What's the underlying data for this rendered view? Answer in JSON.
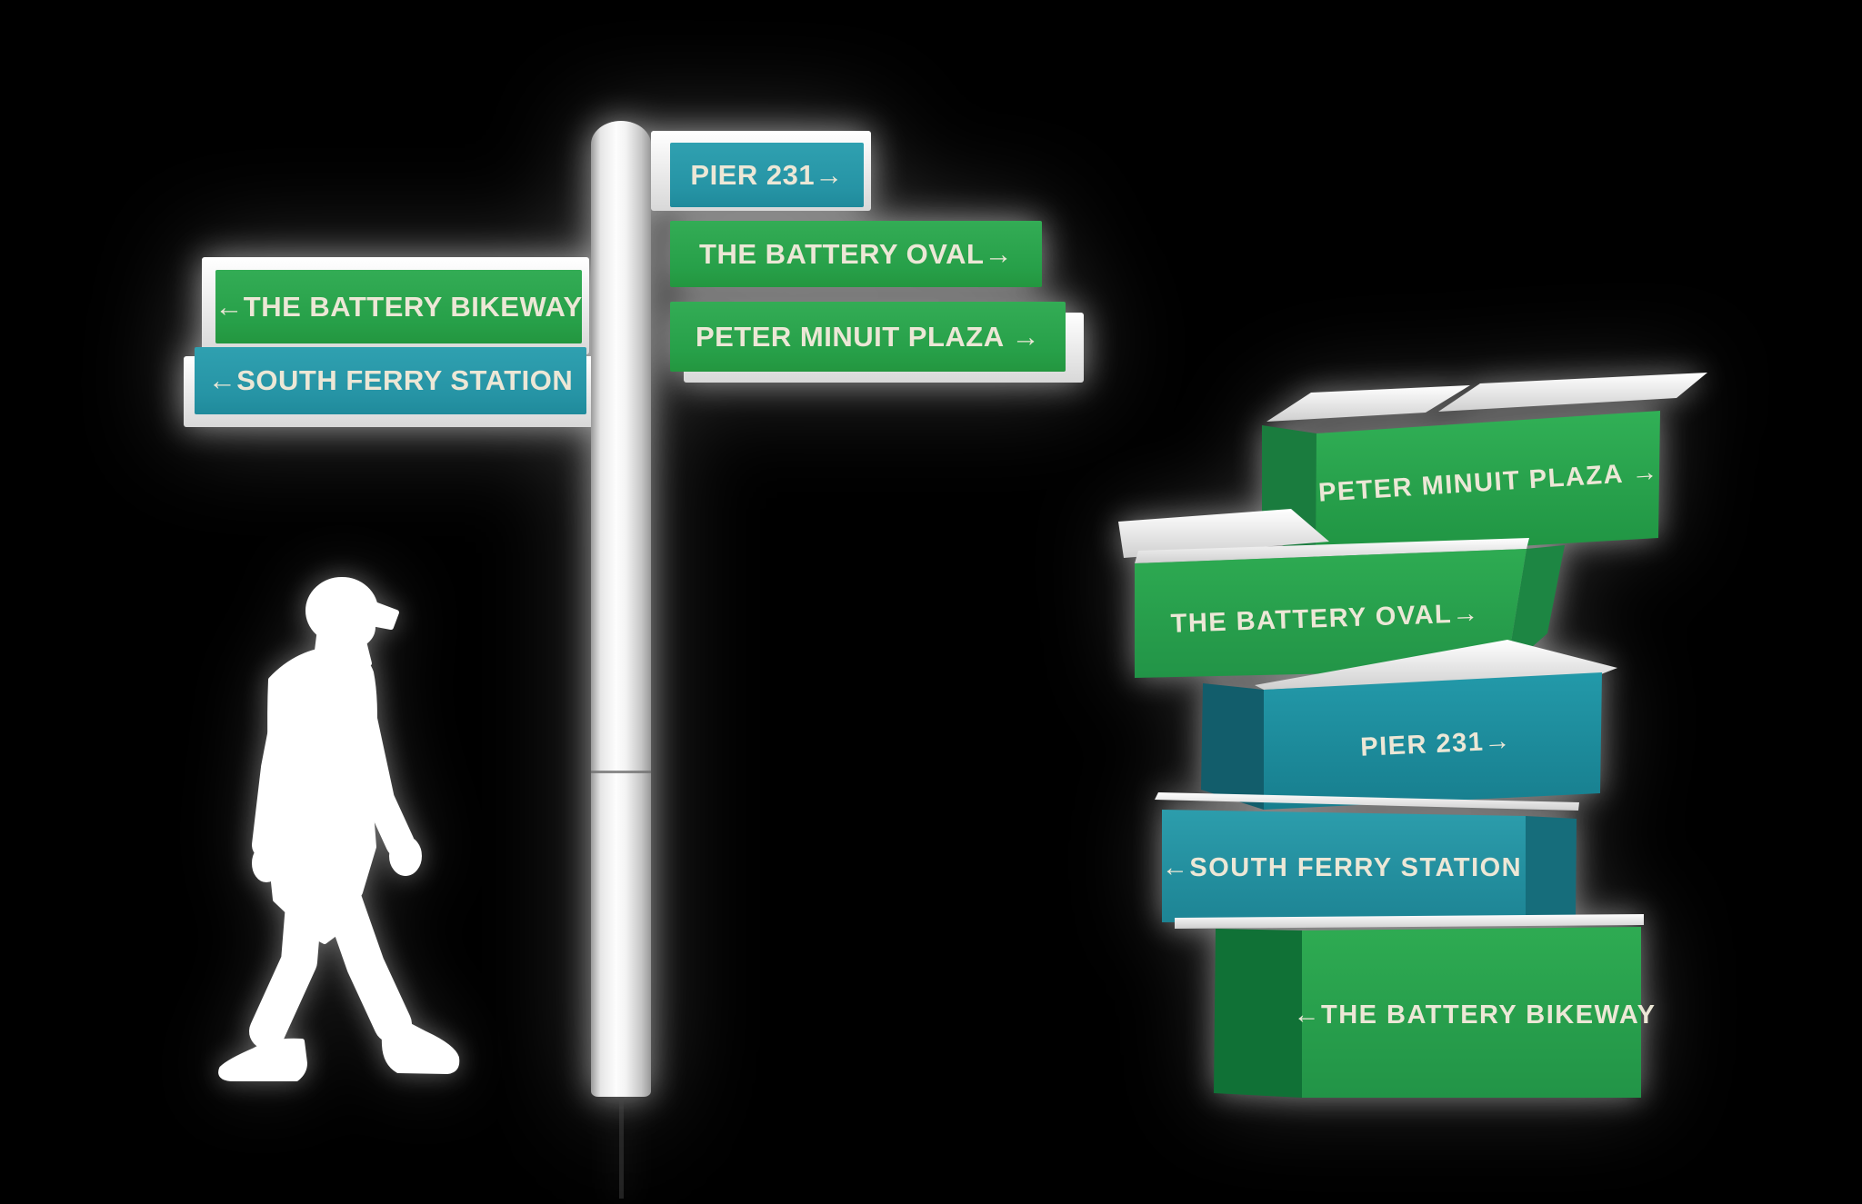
{
  "signpost": {
    "right_signs": [
      {
        "label": "PIER 231→",
        "color": "teal"
      },
      {
        "label": "THE BATTERY OVAL→",
        "color": "green"
      },
      {
        "label": "PETER MINUIT PLAZA →",
        "color": "green"
      }
    ],
    "left_signs": [
      {
        "label": "←THE BATTERY BIKEWAY",
        "color": "green"
      },
      {
        "label": "←SOUTH FERRY STATION",
        "color": "teal"
      }
    ]
  },
  "stack": {
    "boxes": [
      {
        "label": "PETER MINUIT PLAZA →",
        "color": "green"
      },
      {
        "label": "THE BATTERY OVAL→",
        "color": "green"
      },
      {
        "label": "PIER 231→",
        "color": "teal"
      },
      {
        "label": "←SOUTH FERRY STATION",
        "color": "teal"
      },
      {
        "label": "←THE BATTERY BIKEWAY",
        "color": "green"
      }
    ]
  },
  "colors": {
    "background": "#000000",
    "green": "#2aa44c",
    "green_dark": "#17783b",
    "teal": "#2696a7",
    "teal_dark": "#156d7c",
    "sign_text": "#ece7d6",
    "pole": "#f0f0f0",
    "glow": "#ffffff"
  }
}
